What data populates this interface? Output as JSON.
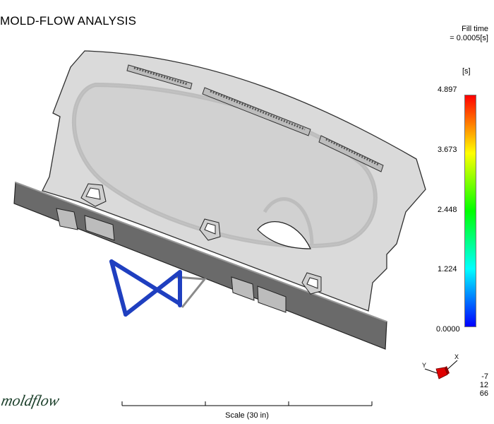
{
  "header": {
    "title": "MOLD-FLOW ANALYSIS"
  },
  "result": {
    "name": "Fill time",
    "value": "= 0.0005[s]",
    "unit": "[s]"
  },
  "legend": {
    "ticks": [
      "4.897",
      "3.673",
      "2.448",
      "1.224",
      "0.0000"
    ],
    "colors": [
      "#ff0000",
      "#ffff00",
      "#00ff00",
      "#00ffff",
      "#0000ff"
    ]
  },
  "scale": {
    "label": "Scale (30 in)"
  },
  "orientation": {
    "axes": [
      "Y",
      "X"
    ],
    "coords": [
      "-7",
      "12",
      "66"
    ]
  },
  "branding": {
    "logo": "moldflow"
  },
  "colors": {
    "part": "#d9d9d9",
    "edge": "#3a3a3a",
    "runner": "#1f3fc0",
    "accent": "#e00000"
  }
}
